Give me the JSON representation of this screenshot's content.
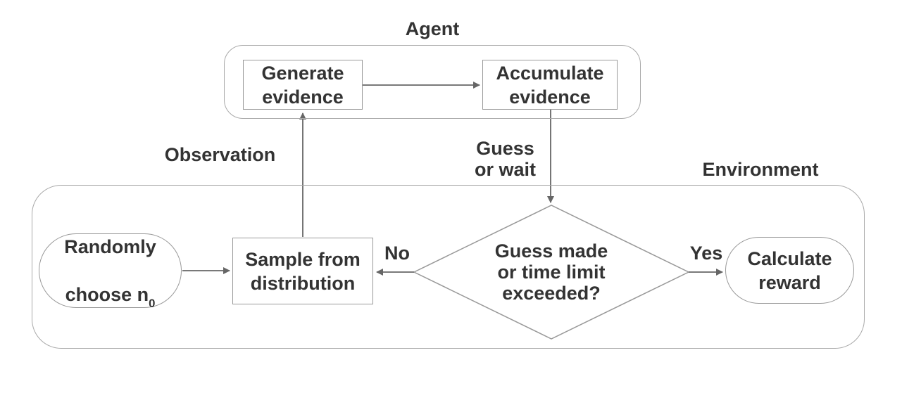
{
  "agent": {
    "title": "Agent",
    "generate_box": "Generate\nevidence",
    "accumulate_box": "Accumulate\nevidence"
  },
  "environment": {
    "title": "Environment",
    "random_pill": {
      "line1": "Randomly",
      "line2_text": "choose n",
      "line2_sub": "0"
    },
    "sample_box": "Sample from\ndistribution",
    "decision_diamond": "Guess made\nor time limit\nexceeded?",
    "reward_pill": "Calculate\nreward"
  },
  "edges": {
    "observation_label": "Observation",
    "guess_or_wait_label": "Guess\nor wait",
    "no_label": "No",
    "yes_label": "Yes"
  },
  "colors": {
    "background": "#ffffff",
    "text": "#333333",
    "shape_border": "#999999",
    "container_border": "#a9a9a9",
    "connector": "#666666"
  }
}
